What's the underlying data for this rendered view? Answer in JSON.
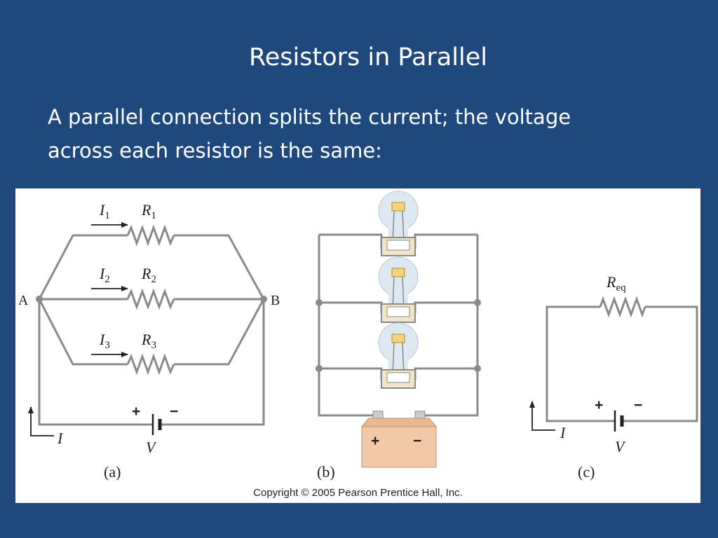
{
  "slide": {
    "title": "Resistors in Parallel",
    "text_line1": "A parallel connection splits the current; the voltage",
    "text_line2": "across each resistor is the same:"
  },
  "figure": {
    "copyright": "Copyright © 2005 Pearson Prentice Hall, Inc.",
    "panel_a": {
      "caption": "(a)",
      "node_a": "A",
      "node_b": "B",
      "branches": [
        {
          "current": "I",
          "current_sub": "1",
          "resistor": "R",
          "resistor_sub": "1"
        },
        {
          "current": "I",
          "current_sub": "2",
          "resistor": "R",
          "resistor_sub": "2"
        },
        {
          "current": "I",
          "current_sub": "3",
          "resistor": "R",
          "resistor_sub": "3"
        }
      ],
      "source_current": "I",
      "voltage": "V",
      "plus": "+",
      "minus": "−"
    },
    "panel_b": {
      "caption": "(b)",
      "plus": "+",
      "minus": "−"
    },
    "panel_c": {
      "caption": "(c)",
      "resistor": "R",
      "resistor_sub": "eq",
      "source_current": "I",
      "voltage": "V",
      "plus": "+",
      "minus": "−"
    }
  },
  "colors": {
    "background": "#1f497d",
    "wire": "#8a8a8a",
    "battery": "#f2c9a6",
    "bulb": "#dde8f0"
  }
}
